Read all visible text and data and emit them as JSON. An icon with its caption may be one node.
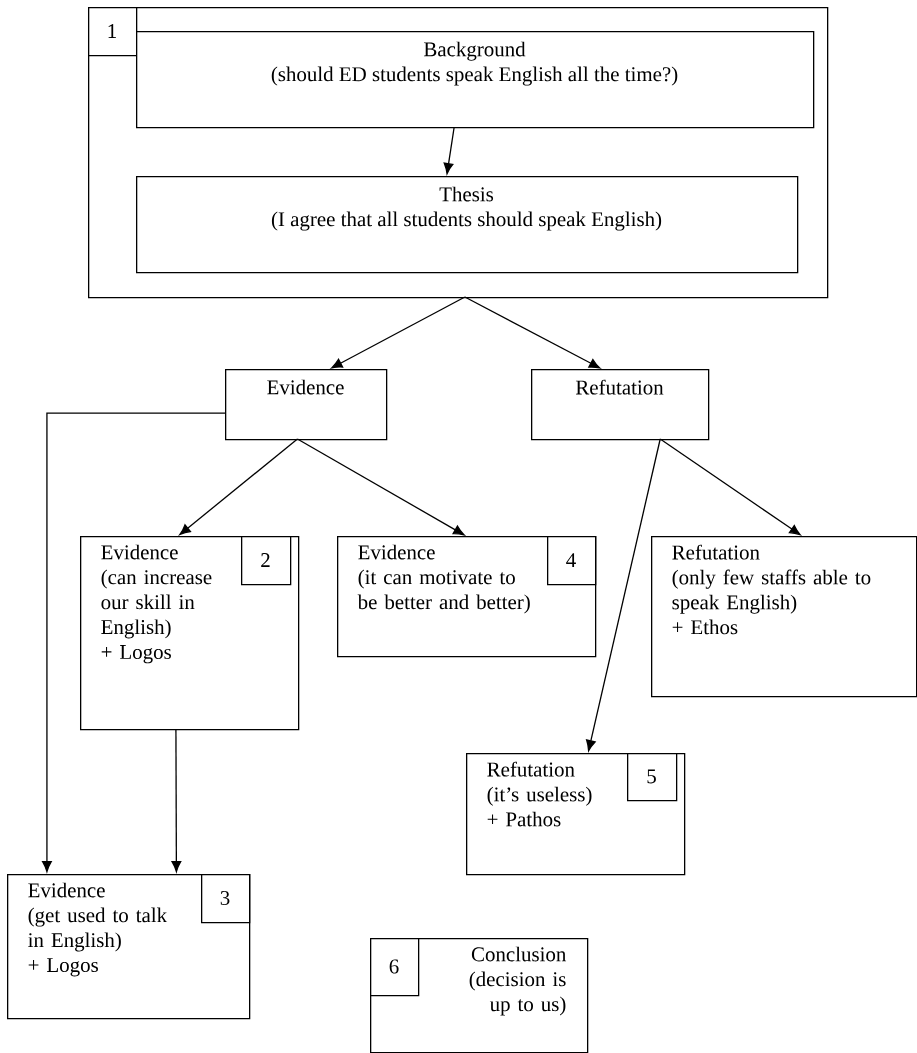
{
  "diagram": {
    "nodes": [
      {
        "text": [],
        "shape": "box"
      },
      {
        "text": [
          "1"
        ],
        "in": 0
      },
      {
        "text": [
          "Background",
          "(should ED students speak English all the time?)"
        ],
        "in": 0
      },
      {
        "text": [
          "Thesis",
          "(I agree that all students should speak English)"
        ],
        "in": 0
      },
      {
        "text": [
          "Evidence"
        ]
      },
      {
        "text": [
          "Refutation"
        ]
      },
      {
        "text": [
          "Evidence",
          "(can increase our skill in English)",
          "+ Logos"
        ]
      },
      {
        "text": [
          "2"
        ],
        "in": 6
      },
      {
        "text": [
          "Evidence",
          "(it can motivate to be better and better)"
        ]
      },
      {
        "text": [
          "4"
        ],
        "in": 8
      },
      {
        "text": [
          "Refutation",
          "(only few staffs able to speak English)",
          "+ Ethos"
        ]
      },
      {
        "text": [
          "Refutation",
          "(it’s useless)",
          "+ Pathos"
        ]
      },
      {
        "text": [
          "5"
        ],
        "in": 11
      },
      {
        "text": [
          "Evidence",
          "(get used to talk in English)",
          "+ Logos"
        ]
      },
      {
        "text": [
          "3"
        ],
        "in": 13
      },
      {
        "text": [
          "Conclusion",
          "(decision is up to us)"
        ]
      },
      {
        "text": [
          "6"
        ],
        "in": 15
      }
    ],
    "edges": [
      {
        "from": 2,
        "to": 3,
        "arrow": "to"
      },
      {
        "from": 0,
        "to": 4,
        "arrow": "to"
      },
      {
        "from": 0,
        "to": 5,
        "arrow": "to"
      },
      {
        "from": 4,
        "to": 13,
        "arrow": "to"
      },
      {
        "from": 4,
        "to": 6,
        "arrow": "to"
      },
      {
        "from": 4,
        "to": 8,
        "arrow": "to"
      },
      {
        "from": 5,
        "to": 11,
        "arrow": "to"
      },
      {
        "from": 5,
        "to": 10,
        "arrow": "to"
      },
      {
        "from": 6,
        "to": 13,
        "arrow": "to"
      }
    ]
  }
}
